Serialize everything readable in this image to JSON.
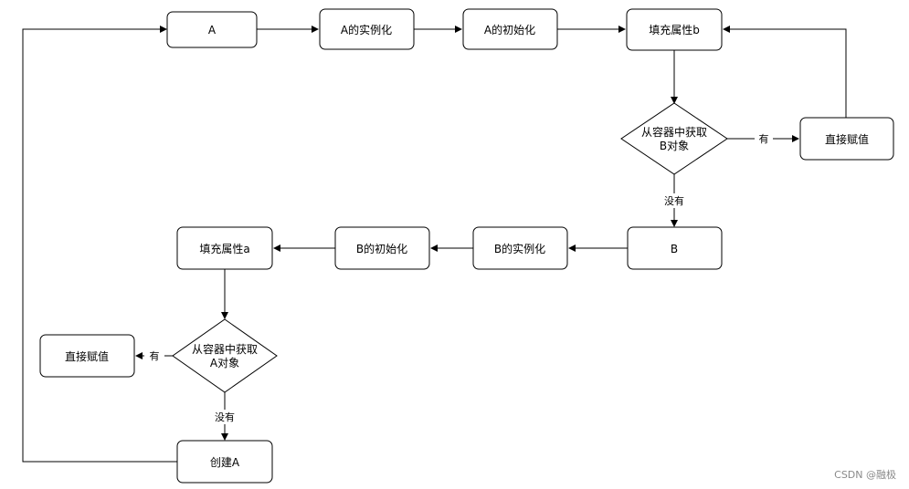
{
  "nodes": {
    "a": "A",
    "a_instantiate": "A的实例化",
    "a_initialize": "A的初始化",
    "fill_b": "填充属性b",
    "get_b_line1": "从容器中获取",
    "get_b_line2": "B对象",
    "assign_right": "直接赋值",
    "b": "B",
    "b_instantiate": "B的实例化",
    "b_initialize": "B的初始化",
    "fill_a": "填充属性a",
    "get_a_line1": "从容器中获取",
    "get_a_line2": "A对象",
    "assign_left": "直接赋值",
    "create_a": "创建A"
  },
  "labels": {
    "has_b": "有",
    "none_b": "没有",
    "has_a": "有",
    "none_a": "没有"
  },
  "watermark": "CSDN @融极"
}
